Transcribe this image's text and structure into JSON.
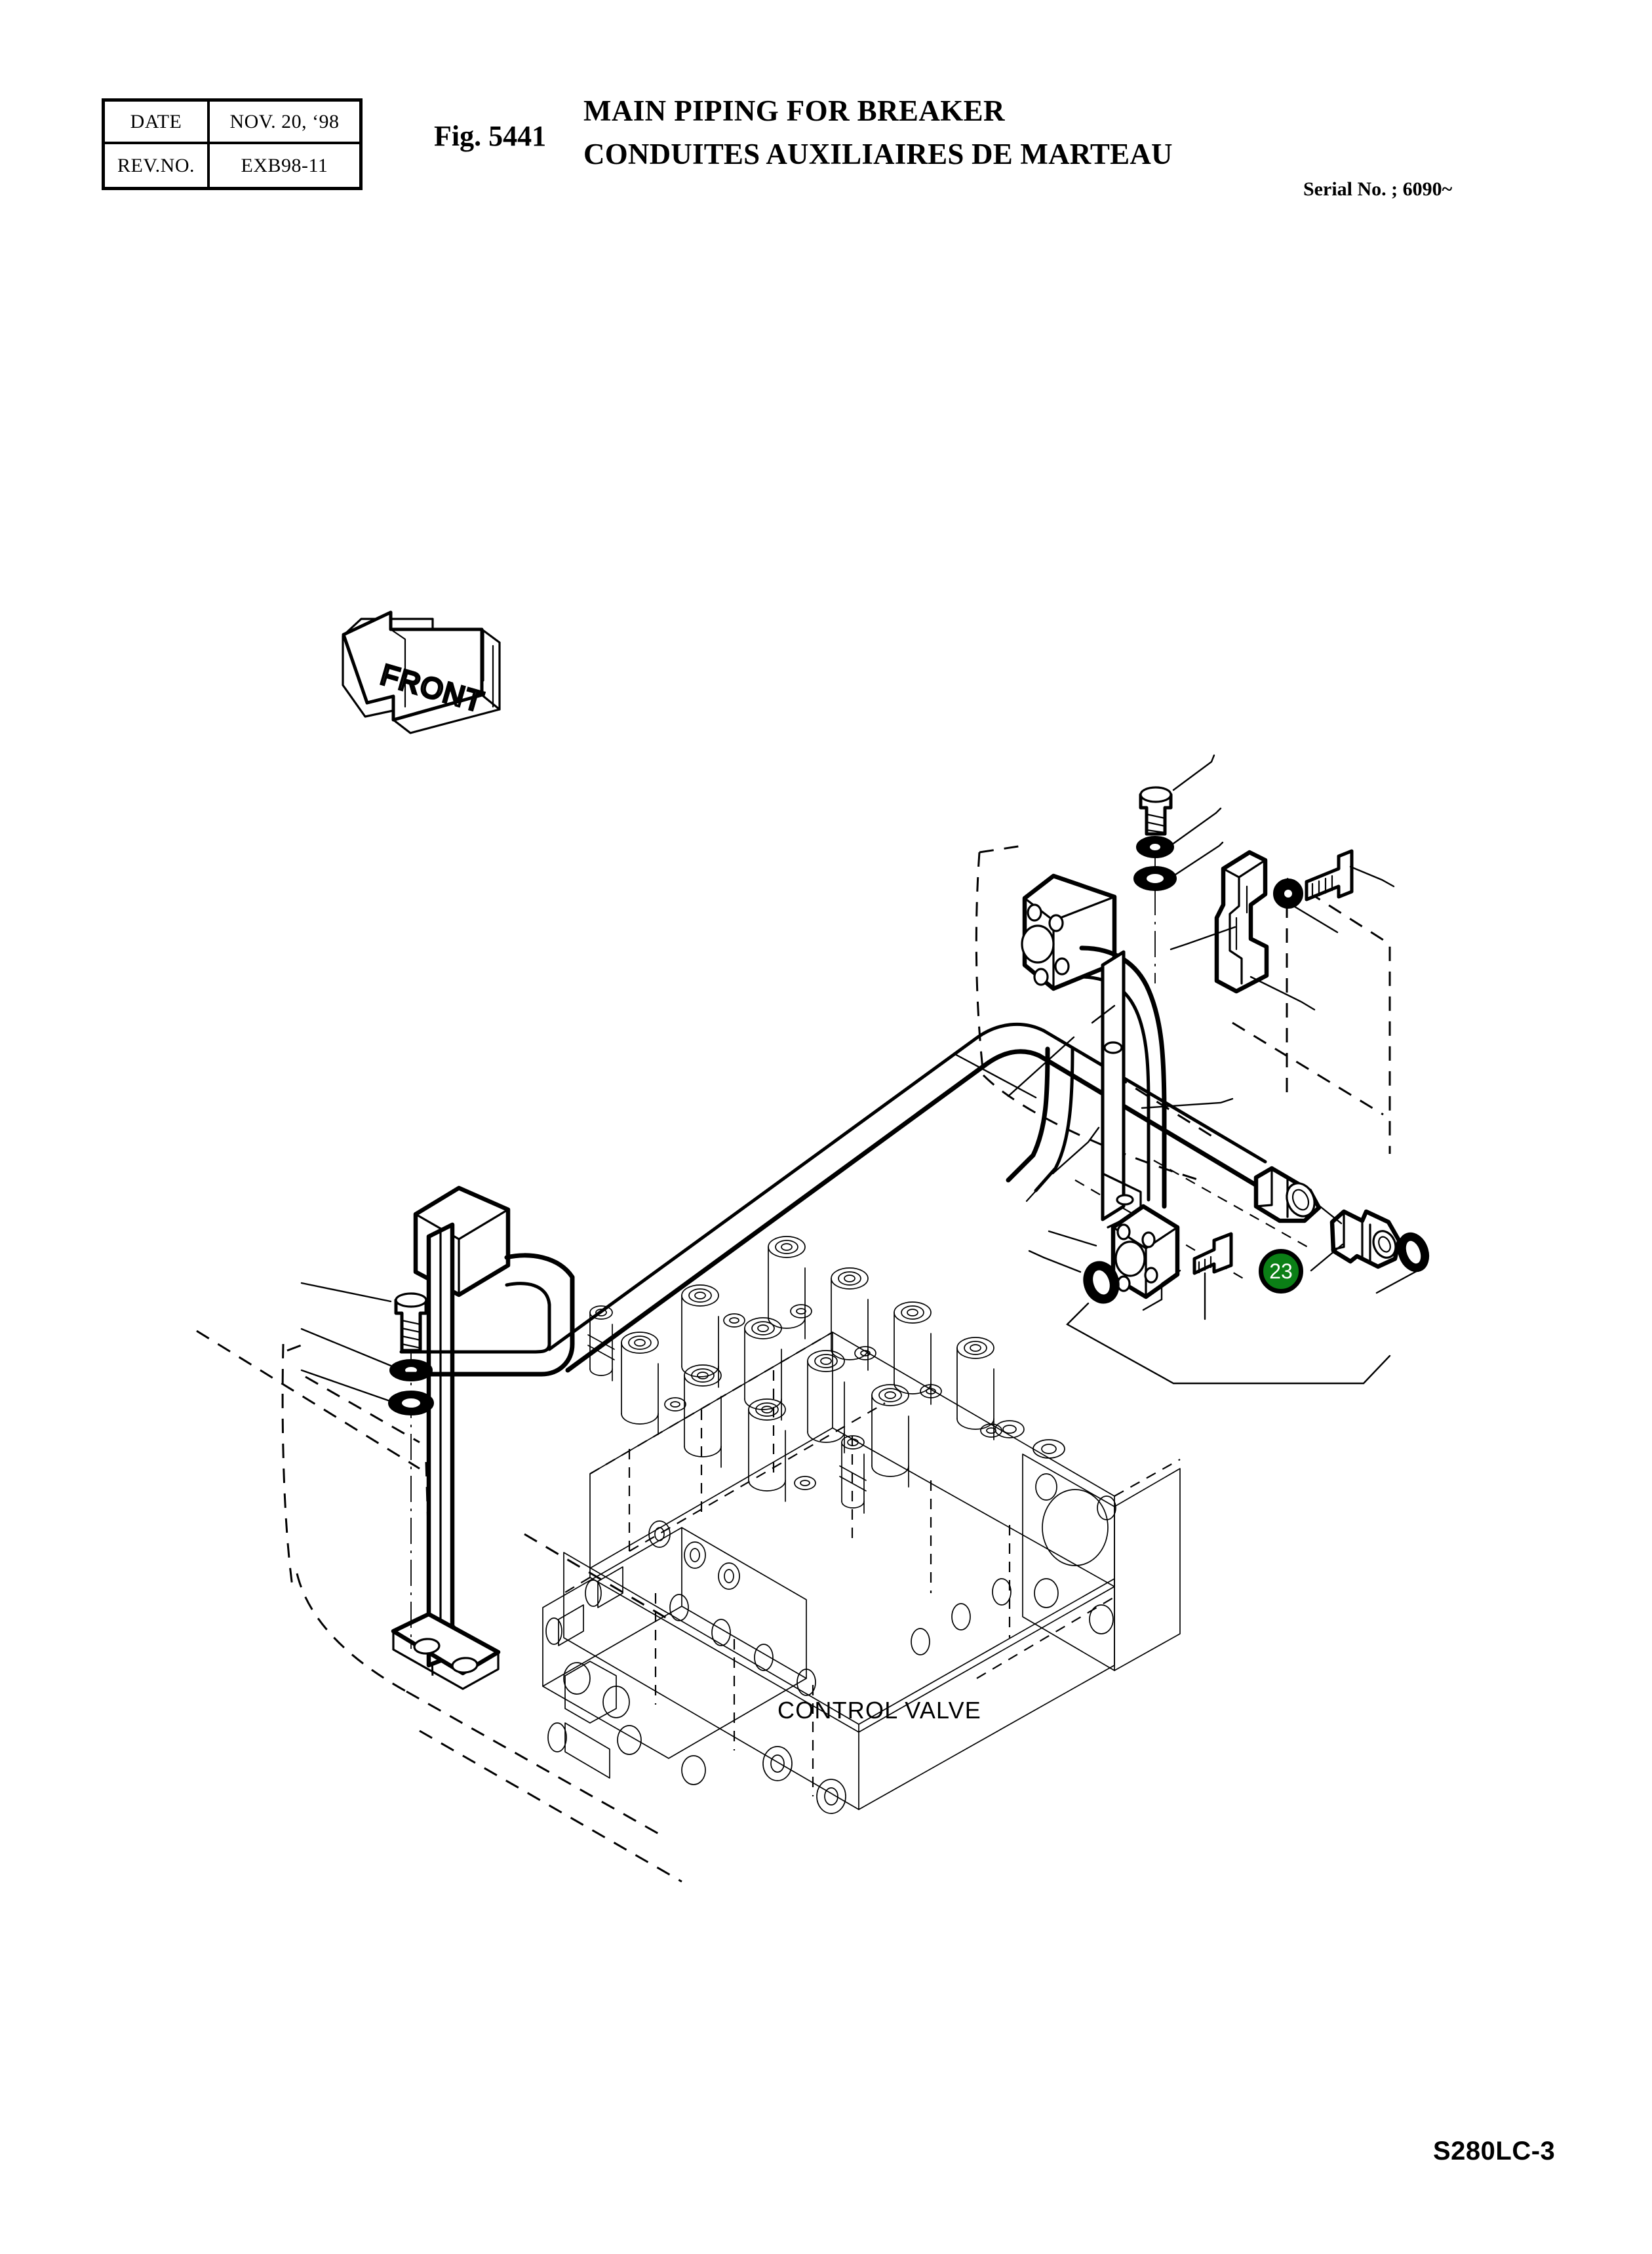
{
  "header": {
    "table": {
      "rows": [
        {
          "label": "DATE",
          "value": "NOV.  20, ‘98"
        },
        {
          "label": "REV.NO.",
          "value": "EXB98-11"
        }
      ]
    },
    "fig_no": "Fig. 5441",
    "title_en": "MAIN PIPING FOR BREAKER",
    "title_fr": "CONDUITES AUXILIAIRES DE MARTEAU",
    "serial_no": "Serial No. ; 6090~"
  },
  "drawing": {
    "orientation_marker": "FRONT",
    "component_label": "CONTROL VALVE",
    "callouts": [
      {
        "number": "23",
        "highlight_color": "#0b7f16",
        "text_color": "#ffffff"
      }
    ]
  },
  "footer": {
    "model_code": "S280LC-3"
  }
}
